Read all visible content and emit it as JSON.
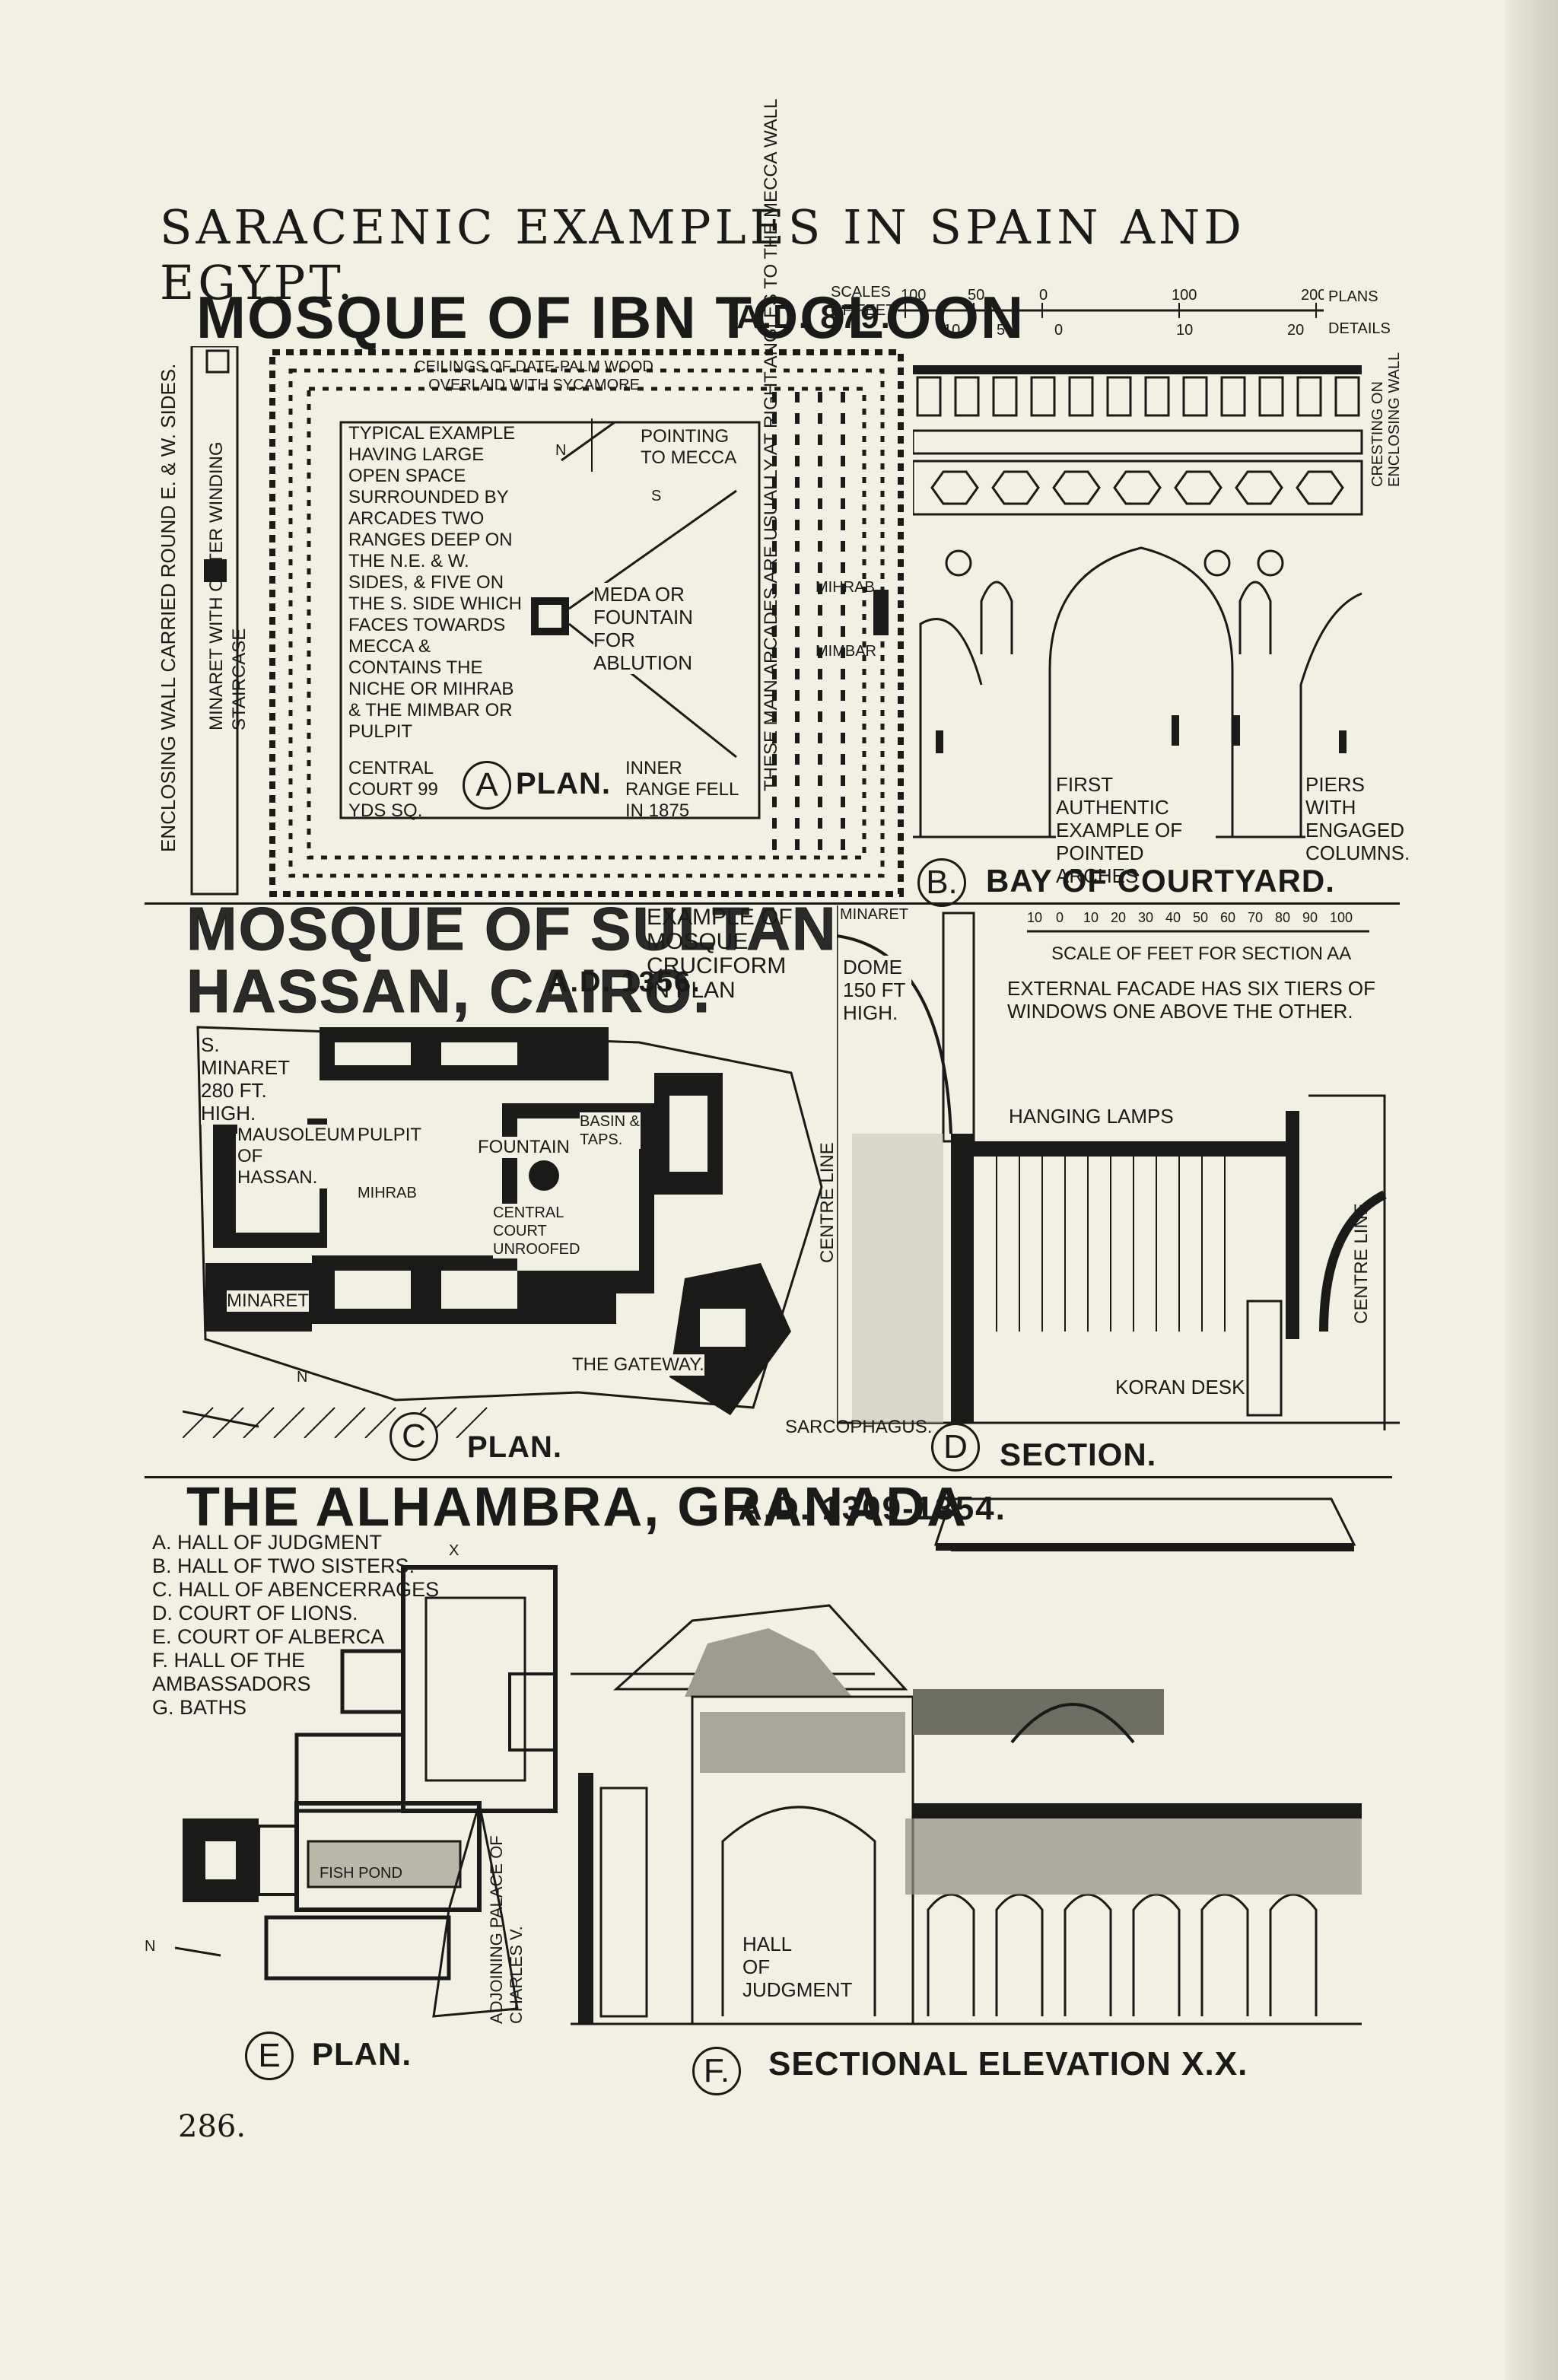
{
  "header": {
    "title": "SARACENIC EXAMPLES IN SPAIN AND EGYPT."
  },
  "ibn_tooloon": {
    "title": "MOSQUE OF IBN TOOLOON",
    "date": "A.D. 879.",
    "scales": {
      "label": "SCALES OF FEET",
      "plans_label": "PLANS",
      "details_label": "DETAILS",
      "plan_ticks": [
        "100",
        "50",
        "0",
        "100",
        "200"
      ],
      "detail_ticks": [
        "10",
        "5",
        "0",
        "10",
        "20"
      ]
    },
    "ceiling_note": "CEILINGS OF DATE-PALM WOOD OVERLAID WITH SYCAMORE",
    "typical_note": "TYPICAL EXAMPLE HAVING LARGE OPEN SPACE SURROUNDED BY ARCADES TWO RANGES DEEP ON THE N.E. & W. SIDES, & FIVE ON THE S. SIDE WHICH FACES TOWARDS MECCA & CONTAINS THE NICHE OR MIHRAB & THE MIMBAR OR PULPIT",
    "central_court": "CENTRAL COURT 99 YDS SQ.",
    "pointing_note": "POINTING TO MECCA",
    "compass_n": "N",
    "compass_s": "S",
    "meda_note": "MEDA OR FOUNTAIN FOR ABLUTION",
    "inner_range_note": "INNER RANGE FELL IN 1875",
    "arcades_note": "THESE MAIN ARCADES ARE USUALLY AT RIGHT ANGLES TO THE MECCA WALL",
    "mihrab": "MIHRAB",
    "mimbar": "MIMBAR",
    "enclosing_note": "ENCLOSING WALL CARRIED ROUND E. & W. SIDES.",
    "minaret_note": "MINARET WITH OUTER WINDING STAIRCASE",
    "plan_letter": "A",
    "plan_caption": "PLAN.",
    "cresting_note": "CRESTING ON ENCLOSING WALL",
    "bay_letter": "B.",
    "bay_caption": "BAY OF COURTYARD.",
    "pointed_arches_note": "FIRST AUTHENTIC EXAMPLE OF POINTED ARCHES",
    "piers_note": "PIERS WITH ENGAGED COLUMNS."
  },
  "sultan_hassan": {
    "title_line1": "MOSQUE OF SULTAN",
    "title_line2": "HASSAN, CAIRO.",
    "date": "A.D. 1356.",
    "example_note": "EXAMPLE OF MOSQUE CRUCIFORM IN PLAN",
    "s_minaret": "S. MINARET 280 FT. HIGH.",
    "mausoleum": "MAUSOLEUM OF HASSAN.",
    "pulpit": "PULPIT",
    "mihrab": "MIHRAB",
    "fountain": "FOUNTAIN",
    "basin": "BASIN & TAPS.",
    "central_court": "CENTRAL COURT UNROOFED",
    "minaret": "MINARET",
    "gateway": "THE GATEWAY.",
    "compass_n": "N",
    "plan_letter": "C",
    "plan_caption": "PLAN.",
    "section_minaret": "MINARET",
    "dome_note": "DOME 150 FT HIGH.",
    "centre_line": "CENTRE LINE",
    "section_scale_ticks": [
      "10",
      "0",
      "10",
      "20",
      "30",
      "40",
      "50",
      "60",
      "70",
      "80",
      "90",
      "100"
    ],
    "section_scale_label": "SCALE OF FEET FOR SECTION AA",
    "facade_note": "EXTERNAL FACADE HAS SIX TIERS OF WINDOWS ONE ABOVE THE OTHER.",
    "hanging_lamps": "HANGING LAMPS",
    "koran_desk": "KORAN DESK",
    "sarcophagus": "SARCOPHAGUS.",
    "section_letter": "D",
    "section_caption": "SECTION."
  },
  "alhambra": {
    "title": "THE ALHAMBRA, GRANADA",
    "date": "A.D. 1309-1354.",
    "legend": [
      "A. HALL OF JUDGMENT",
      "B. HALL OF TWO SISTERS.",
      "C. HALL OF ABENCERRAGES",
      "D. COURT OF LIONS.",
      "E. COURT OF ALBERCA",
      "F. HALL OF THE AMBASSADORS",
      "G. BATHS"
    ],
    "fish_pond": "FISH POND",
    "palace_note": "ADJOINING PALACE OF CHARLES V.",
    "compass_n": "N",
    "plan_marker_x": "X",
    "plan_letter": "E",
    "plan_caption": "PLAN.",
    "hall_label": "HALL OF JUDGMENT",
    "elev_letter": "F.",
    "elev_caption": "SECTIONAL ELEVATION X.X."
  },
  "page_number": "286."
}
